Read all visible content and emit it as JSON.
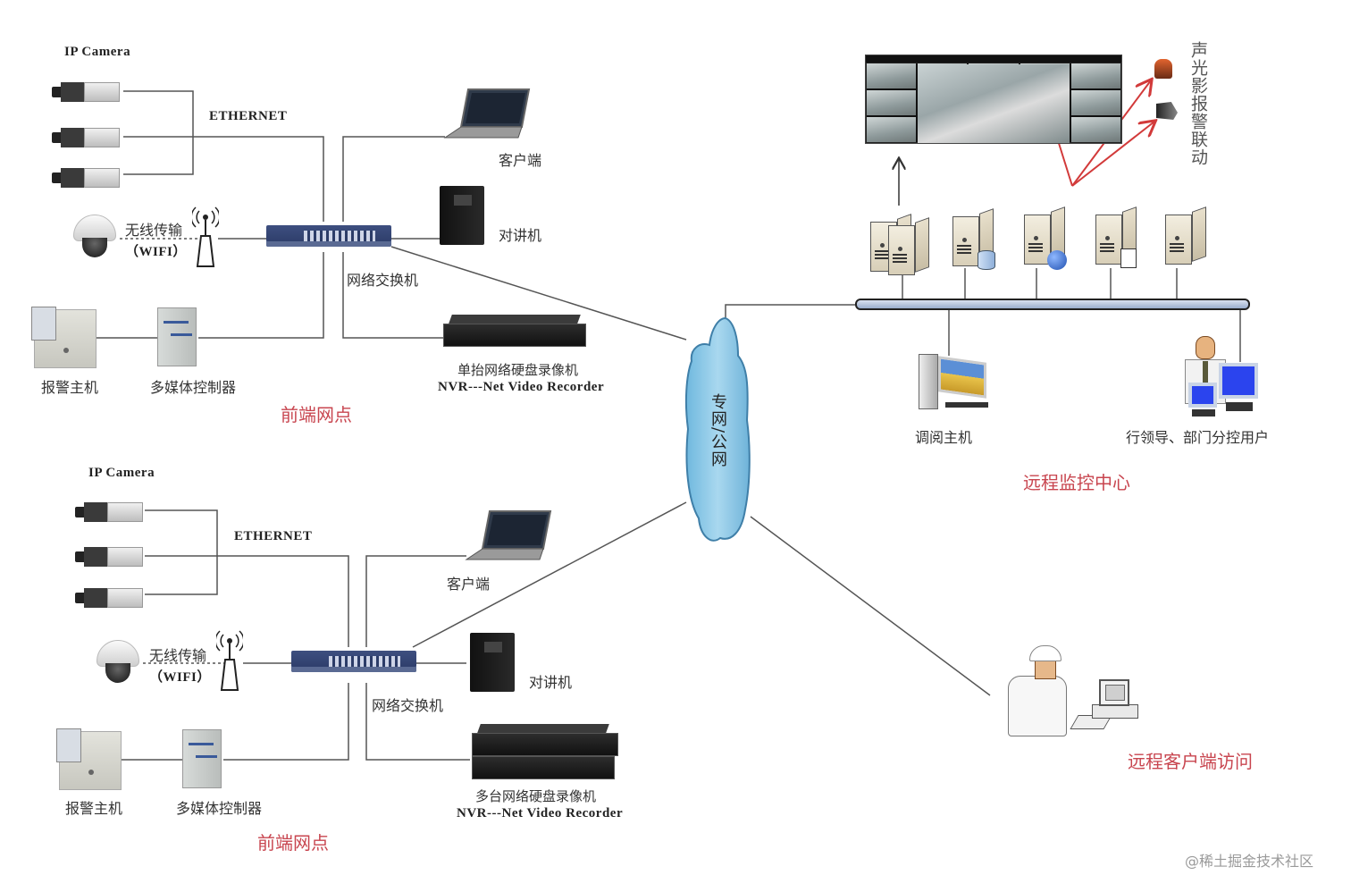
{
  "front_site_1": {
    "camera_group_label": "IP Camera",
    "ethernet_label": "ETHERNET",
    "wireless_label": "无线传输",
    "wifi_label": "（WIFI）",
    "switch_label": "网络交换机",
    "client_label": "客户端",
    "intercom_label": "对讲机",
    "alarm_host_label": "报警主机",
    "multimedia_controller_label": "多媒体控制器",
    "nvr_label_cn": "单抬网络硬盘录像机",
    "nvr_label_en": "NVR---Net Video Recorder",
    "section_title": "前端网点"
  },
  "front_site_2": {
    "camera_group_label": "IP Camera",
    "ethernet_label": "ETHERNET",
    "wireless_label": "无线传输",
    "wifi_label": "（WIFI）",
    "switch_label": "网络交换机",
    "client_label": "客户端",
    "intercom_label": "对讲机",
    "alarm_host_label": "报警主机",
    "multimedia_controller_label": "多媒体控制器",
    "nvr_label_cn": "多台网络硬盘录像机",
    "nvr_label_en": "NVR---Net Video Recorder",
    "section_title": "前端网点"
  },
  "network": {
    "cloud_label": "专网/公网"
  },
  "monitor_center": {
    "alarm_linkage_label": "声光影报警联动",
    "review_host_label": "调阅主机",
    "manager_label": "行领导、部门分控用户",
    "section_title": "远程监控中心"
  },
  "remote_client": {
    "section_title": "远程客户端访问"
  },
  "watermark": "@稀土掘金技术社区",
  "colors": {
    "section_title": "#c8454f",
    "line": "#555555",
    "alarm_arrow": "#d23a3a",
    "cloud": "#8fcbe8",
    "switch": "#2f3f6e",
    "bus": "#b7c6e0"
  }
}
